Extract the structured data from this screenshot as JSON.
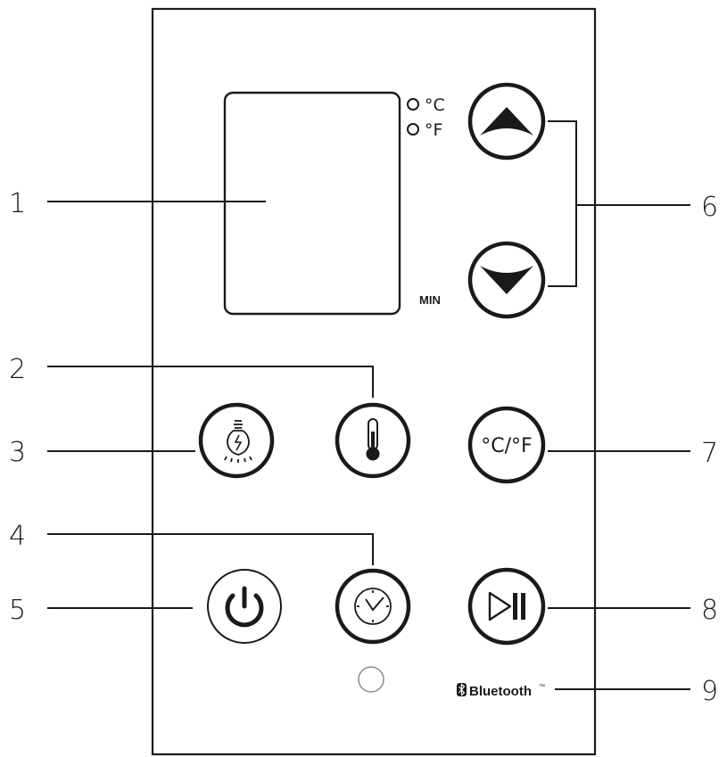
{
  "panel": {
    "unit_c_label": "°C",
    "unit_f_label": "°F",
    "min_label": "MIN",
    "unit_button_label": "°C/°F",
    "bluetooth_label": "Bluetooth",
    "bluetooth_tm": "™"
  },
  "callouts": [
    "1",
    "2",
    "3",
    "4",
    "5",
    "6",
    "7",
    "8",
    "9"
  ],
  "icons": {
    "up": "chevron-up-icon",
    "down": "chevron-down-icon",
    "light": "light-bulb-icon",
    "temperature": "thermometer-icon",
    "timer": "clock-icon",
    "power": "power-icon",
    "play_pause": "play-pause-icon",
    "bluetooth": "bluetooth-icon"
  }
}
